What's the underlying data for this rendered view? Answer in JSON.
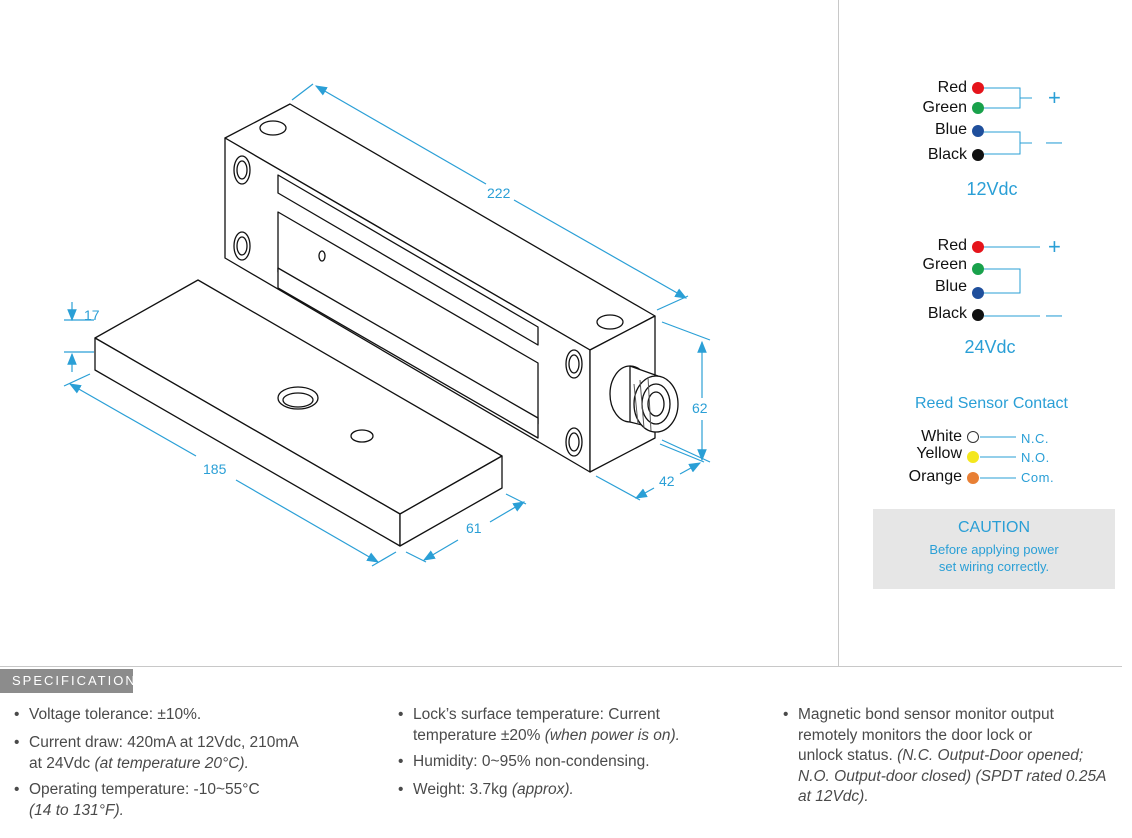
{
  "dimensions": {
    "length": "222",
    "bar_height": "17",
    "bar_length": "185",
    "bar_width": "61",
    "height": "62",
    "depth": "42"
  },
  "wiring_12v": {
    "wires": [
      {
        "label": "Red",
        "color": "#e5141b"
      },
      {
        "label": "Green",
        "color": "#19a14b"
      },
      {
        "label": "Blue",
        "color": "#1f4f9c"
      },
      {
        "label": "Black",
        "color": "#111111"
      }
    ],
    "plus": "+",
    "minus": "—",
    "voltage": "12Vdc"
  },
  "wiring_24v": {
    "wires": [
      {
        "label": "Red",
        "color": "#e5141b"
      },
      {
        "label": "Green",
        "color": "#19a14b"
      },
      {
        "label": "Blue",
        "color": "#1f4f9c"
      },
      {
        "label": "Black",
        "color": "#111111"
      }
    ],
    "plus": "+",
    "minus": "—",
    "voltage": "24Vdc"
  },
  "reed": {
    "title": "Reed Sensor Contact",
    "wires": [
      {
        "label": "White",
        "state": "N.C.",
        "color": "#ffffff"
      },
      {
        "label": "Yellow",
        "state": "N.O.",
        "color": "#f4e71d"
      },
      {
        "label": "Orange",
        "state": "Com.",
        "color": "#e87f34"
      }
    ]
  },
  "caution": {
    "title": "CAUTION",
    "line1": "Before applying power",
    "line2": "set wiring correctly."
  },
  "spec": {
    "tag": "SPECIFICATION",
    "col1": {
      "voltage": "Voltage tolerance: ±10%.",
      "current_a": "Current draw: 420mA at 12Vdc, 210mA",
      "current_b": "at 24Vdc ",
      "current_c": "(at temperature 20°C).",
      "temp_a": "Operating temperature: -10~55°C",
      "temp_b": "(14 to 131°F)."
    },
    "col2": {
      "surface_a": "Lock’s surface temperature: Current",
      "surface_b": "temperature ±20% ",
      "surface_c": "(when power is on).",
      "humidity": "Humidity: 0~95% non-condensing.",
      "weight_a": "Weight: 3.7kg ",
      "weight_b": "(approx)."
    },
    "col3": {
      "line1": "Magnetic bond sensor monitor output",
      "line2": "remotely monitors the door lock or",
      "line3": "unlock status. ",
      "line3i": "(N.C. Output-Door opened;",
      "line4": "N.O. Output-door closed) (SPDT rated 0.25A",
      "line5": "at 12Vdc)."
    }
  }
}
